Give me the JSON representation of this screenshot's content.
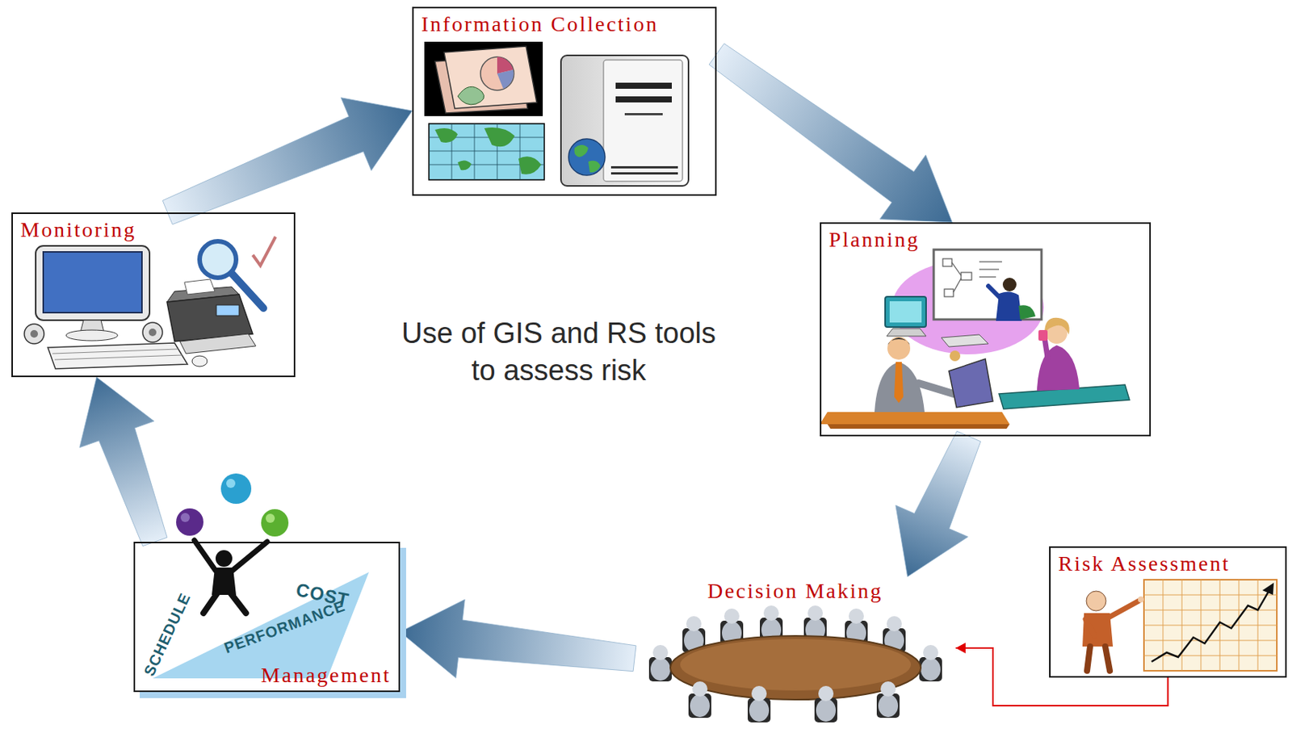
{
  "diagram": {
    "nodes": [
      {
        "text": [
          "Information Collection"
        ]
      },
      {
        "text": [
          "Planning"
        ]
      },
      {
        "text": [
          "Risk Assessment"
        ]
      },
      {
        "text": [
          "Decision Making"
        ]
      },
      {
        "text": [
          "Management"
        ]
      },
      {
        "text": [
          "Monitoring"
        ]
      }
    ],
    "edges": [
      {
        "from": 0,
        "to": 1,
        "arrow": "to"
      },
      {
        "from": 1,
        "to": 3,
        "arrow": "to"
      },
      {
        "from": 3,
        "to": 4,
        "arrow": "to"
      },
      {
        "from": 4,
        "to": 5,
        "arrow": "to"
      },
      {
        "from": 5,
        "to": 0,
        "arrow": "to"
      },
      {
        "from": 2,
        "to": 3,
        "arrow": "to"
      }
    ],
    "labels": [
      "Use of GIS and RS tools to assess risk",
      "SCHEDULE",
      "COST",
      "PERFORMANCE"
    ]
  }
}
